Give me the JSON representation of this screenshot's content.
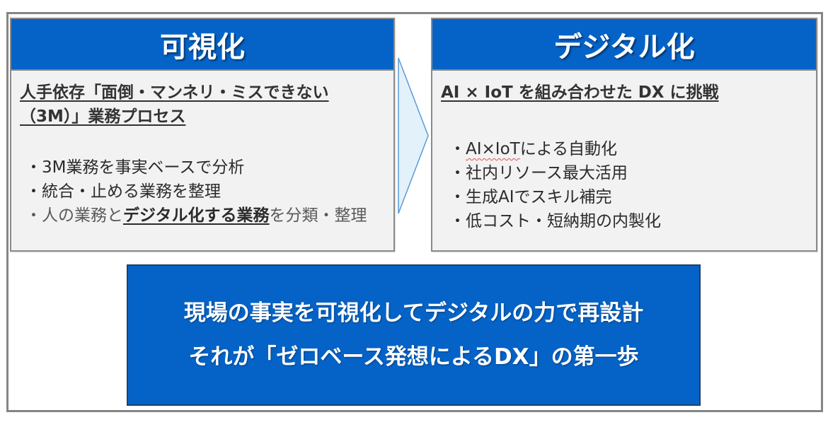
{
  "colors": {
    "header_blue": "#0563c8",
    "panel_bg": "#f2f2f2",
    "frame_gray": "#858585",
    "arrow_fill": "#e3f1fb",
    "arrow_stroke": "#5b9bd5"
  },
  "left_panel": {
    "title": "可視化",
    "lead": "人手依存「面倒・マンネリ・ミスできない（3M）」業務プロセス",
    "bullets": [
      "・3M業務を事実ベースで分析",
      "・統合・止める業務を整理"
    ],
    "bullet3": {
      "prefix": "・人の業務と",
      "emphasis": "デジタル化する業務",
      "suffix": "を分類・整理"
    }
  },
  "arrow": {
    "icon": "chevron-right-arrow-icon"
  },
  "right_panel": {
    "title": "デジタル化",
    "lead": "AI × IoT を組み合わせた DX に挑戦",
    "bullet1": {
      "prefix": "・",
      "flagged": "AI×IoT",
      "suffix": "による自動化"
    },
    "bullets": [
      "・社内リソース最大活用",
      "・生成AIでスキル補完",
      "・低コスト・短納期の内製化"
    ]
  },
  "summary": {
    "line1": "現場の事実を可視化してデジタルの力で再設計",
    "line2": "それが「ゼロベース発想によるDX」の第一歩"
  }
}
